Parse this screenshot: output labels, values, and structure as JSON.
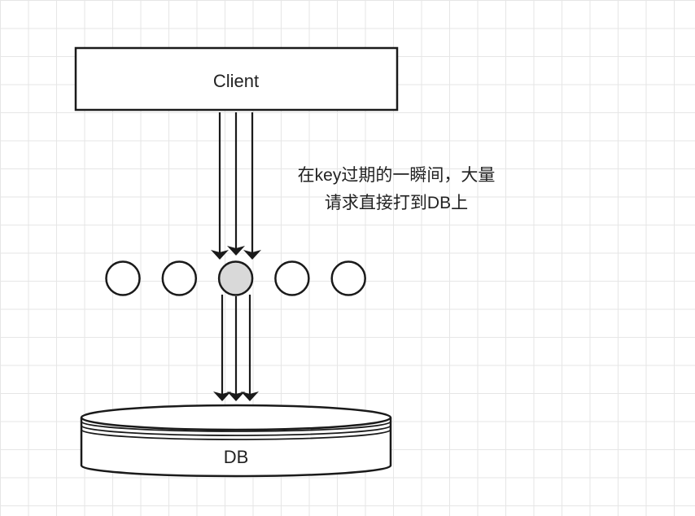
{
  "nodes": {
    "client": {
      "label": "Client"
    },
    "db": {
      "label": "DB"
    }
  },
  "annotation": {
    "line1": "在key过期的一瞬间，大量",
    "line2": "请求直接打到DB上"
  },
  "key_slots": {
    "count": 5,
    "highlighted_index": 2,
    "highlight_color": "#d9d9d9"
  },
  "colors": {
    "stroke": "#1a1a1a",
    "background": "#ffffff",
    "grid": "#e6e6e6"
  }
}
